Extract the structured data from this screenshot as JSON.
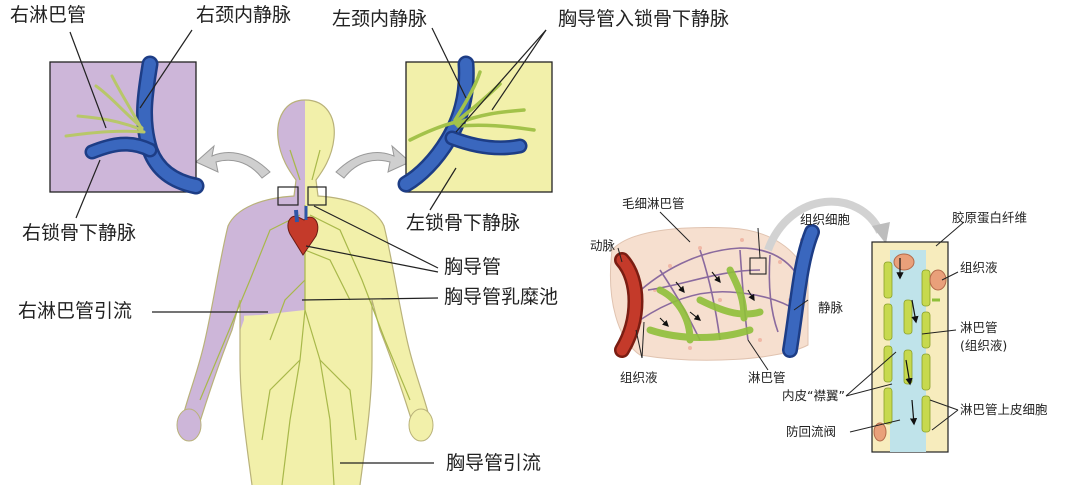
{
  "left": {
    "right_lymph_duct": "右淋巴管",
    "right_internal_jugular": "右颈内静脉",
    "left_internal_jugular": "左颈内静脉",
    "thoracic_duct_enters": "胸导管入锁骨下静脉",
    "right_subclavian": "右锁骨下静脉",
    "left_subclavian": "左锁骨下静脉",
    "thoracic_duct": "胸导管",
    "cisterna_chyli": "胸导管乳糜池",
    "right_lymph_drainage": "右淋巴管引流",
    "thoracic_drainage": "胸导管引流"
  },
  "right": {
    "lymph_capillary": "毛细淋巴管",
    "tissue_cell": "组织细胞",
    "collagen_fiber": "胶原蛋白纤维",
    "artery": "动脉",
    "tissue_fluid_1": "组织液",
    "vein": "静脉",
    "lymph_vessel_label": "淋巴管",
    "tissue_fluid_2": "组织液",
    "lymph_vessel_2": "淋巴管",
    "lymph_vessel_2_sub": "(组织液)",
    "endothelial_flaps": "内皮“襟翼”",
    "lymph_endothelial_cells": "淋巴管上皮细胞",
    "valve": "防回流阀"
  },
  "colors": {
    "purple_region": "#cdb6d9",
    "yellow_region": "#f2f0aa",
    "vein_blue": "#2e56a8",
    "lymph_green": "#a3c24a",
    "artery_red": "#c43a2a"
  }
}
